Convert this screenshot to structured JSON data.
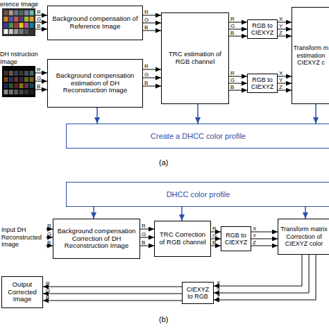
{
  "diagram": {
    "nodes": [
      {
        "text": [
          "erence Image"
        ]
      },
      {
        "text": [
          "Background compensation of Reference Image"
        ]
      },
      {
        "text": [
          "DH nstruction Image"
        ]
      },
      {
        "text": [
          "Background compensation estimation of DH Reconstruction Image"
        ]
      },
      {
        "text": [
          "TRC estimation of RGB channel"
        ]
      },
      {
        "text": [
          "RGB to CIEXYZ"
        ]
      },
      {
        "text": [
          "RGB to CIEXYZ"
        ]
      },
      {
        "text": [
          "Transform m estimation CIEXYZ c"
        ]
      },
      {
        "text": [
          "Create a DHCC color profile"
        ]
      },
      {
        "text": [
          "DHCC color profile"
        ]
      },
      {
        "text": [
          "Input DH Reconstructed Image"
        ]
      },
      {
        "text": [
          "Background compensation Correction of DH Reconstruction Image"
        ]
      },
      {
        "text": [
          "TRC Correction of RGB channel"
        ]
      },
      {
        "text": [
          "RGB to CIEXYZ"
        ]
      },
      {
        "text": [
          "Transform matrix Correction of CIEXYZ color"
        ]
      },
      {
        "text": [
          "CIEXYZ to RGB"
        ]
      },
      {
        "text": [
          "Output Corrected Image"
        ]
      }
    ],
    "edges": [
      {
        "from": 0,
        "to": 1,
        "arrow": "to",
        "label": "R"
      },
      {
        "from": 0,
        "to": 1,
        "arrow": "to",
        "label": "G"
      },
      {
        "from": 0,
        "to": 1,
        "arrow": "to",
        "label": "B"
      },
      {
        "from": 2,
        "to": 3,
        "arrow": "to",
        "label": "R"
      },
      {
        "from": 2,
        "to": 3,
        "arrow": "to",
        "label": "G"
      },
      {
        "from": 2,
        "to": 3,
        "arrow": "to",
        "label": "B"
      },
      {
        "from": 1,
        "to": 4,
        "arrow": "to",
        "label": "R"
      },
      {
        "from": 1,
        "to": 4,
        "arrow": "to",
        "label": "G"
      },
      {
        "from": 1,
        "to": 4,
        "arrow": "to",
        "label": "B"
      },
      {
        "from": 3,
        "to": 4,
        "arrow": "to",
        "label": "R"
      },
      {
        "from": 3,
        "to": 4,
        "arrow": "to",
        "label": "G"
      },
      {
        "from": 3,
        "to": 4,
        "arrow": "to",
        "label": "B"
      },
      {
        "from": 4,
        "to": 5,
        "arrow": "to",
        "label": "R"
      },
      {
        "from": 4,
        "to": 5,
        "arrow": "to",
        "label": "G"
      },
      {
        "from": 4,
        "to": 5,
        "arrow": "to",
        "label": "B"
      },
      {
        "from": 4,
        "to": 6,
        "arrow": "to",
        "label": "R"
      },
      {
        "from": 4,
        "to": 6,
        "arrow": "to",
        "label": "G"
      },
      {
        "from": 4,
        "to": 6,
        "arrow": "to",
        "label": "B"
      },
      {
        "from": 5,
        "to": 7,
        "arrow": "to",
        "label": "X"
      },
      {
        "from": 5,
        "to": 7,
        "arrow": "to",
        "label": "Y"
      },
      {
        "from": 5,
        "to": 7,
        "arrow": "to",
        "label": "Z"
      },
      {
        "from": 6,
        "to": 7,
        "arrow": "to",
        "label": "X"
      },
      {
        "from": 6,
        "to": 7,
        "arrow": "to",
        "label": "Y"
      },
      {
        "from": 6,
        "to": 7,
        "arrow": "to",
        "label": "Z"
      },
      {
        "from": 3,
        "to": 8,
        "arrow": "to"
      },
      {
        "from": 4,
        "to": 8,
        "arrow": "to"
      },
      {
        "from": 7,
        "to": 8,
        "arrow": "to"
      },
      {
        "from": 9,
        "to": 11,
        "arrow": "to"
      },
      {
        "from": 9,
        "to": 12,
        "arrow": "to"
      },
      {
        "from": 9,
        "to": 14,
        "arrow": "to"
      },
      {
        "from": 10,
        "to": 11,
        "arrow": "to",
        "label": "R"
      },
      {
        "from": 10,
        "to": 11,
        "arrow": "to",
        "label": "G"
      },
      {
        "from": 10,
        "to": 11,
        "arrow": "to",
        "label": "B"
      },
      {
        "from": 11,
        "to": 12,
        "arrow": "to",
        "label": "R"
      },
      {
        "from": 11,
        "to": 12,
        "arrow": "to",
        "label": "G"
      },
      {
        "from": 11,
        "to": 12,
        "arrow": "to",
        "label": "B"
      },
      {
        "from": 12,
        "to": 13,
        "arrow": "to",
        "label": "R"
      },
      {
        "from": 12,
        "to": 13,
        "arrow": "to",
        "label": "G"
      },
      {
        "from": 12,
        "to": 13,
        "arrow": "to",
        "label": "B"
      },
      {
        "from": 13,
        "to": 14,
        "arrow": "to",
        "label": "X"
      },
      {
        "from": 13,
        "to": 14,
        "arrow": "to",
        "label": "Y"
      },
      {
        "from": 13,
        "to": 14,
        "arrow": "to",
        "label": "Z"
      },
      {
        "from": 14,
        "to": 15,
        "arrow": "to",
        "label": "X"
      },
      {
        "from": 14,
        "to": 15,
        "arrow": "to",
        "label": "Y"
      },
      {
        "from": 14,
        "to": 15,
        "arrow": "to",
        "label": "Z"
      },
      {
        "from": 15,
        "to": 16,
        "arrow": "to",
        "label": "R"
      },
      {
        "from": 15,
        "to": 16,
        "arrow": "to",
        "label": "G"
      },
      {
        "from": 15,
        "to": 16,
        "arrow": "to",
        "label": "B"
      }
    ],
    "labels": [
      "(a)",
      "(b)"
    ]
  }
}
